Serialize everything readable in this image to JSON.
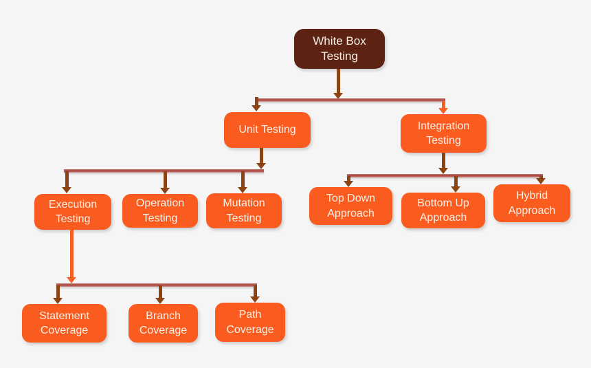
{
  "title": "White Box Testing hierarchy diagram",
  "nodes": {
    "white_box": {
      "label": "White Box Testing"
    },
    "unit": {
      "label": "Unit Testing"
    },
    "integration": {
      "label": "Integration Testing"
    },
    "execution": {
      "label": "Execution Testing"
    },
    "operation": {
      "label": "Operation Testing"
    },
    "mutation": {
      "label": "Mutation Testing"
    },
    "top_down": {
      "label": "Top Down Approach"
    },
    "bottom_up": {
      "label": "Bottom Up Approach"
    },
    "hybrid": {
      "label": "Hybrid Approach"
    },
    "statement": {
      "label": "Statement Coverage"
    },
    "branch": {
      "label": "Branch Coverage"
    },
    "path": {
      "label": "Path Coverage"
    }
  },
  "edges": [
    {
      "from": "White Box Testing",
      "to": "Unit Testing"
    },
    {
      "from": "White Box Testing",
      "to": "Integration Testing"
    },
    {
      "from": "Unit Testing",
      "to": "Execution Testing"
    },
    {
      "from": "Unit Testing",
      "to": "Operation Testing"
    },
    {
      "from": "Unit Testing",
      "to": "Mutation Testing"
    },
    {
      "from": "Integration Testing",
      "to": "Top Down Approach"
    },
    {
      "from": "Integration Testing",
      "to": "Bottom Up Approach"
    },
    {
      "from": "Integration Testing",
      "to": "Hybrid Approach"
    },
    {
      "from": "Execution Testing",
      "to": "Statement Coverage"
    },
    {
      "from": "Execution Testing",
      "to": "Branch Coverage"
    },
    {
      "from": "Execution Testing",
      "to": "Path Coverage"
    }
  ],
  "colors": {
    "background": "#f5f5f6",
    "root_fill": "#5c2312",
    "node_fill": "#fa5c1f",
    "node_text": "#f8efe8",
    "connector_brown": "#8d4415",
    "connector_orange": "#f85f23",
    "rail_top": "#c47a72",
    "rail_dark": "#a84038",
    "rail_light": "#d39a93"
  }
}
